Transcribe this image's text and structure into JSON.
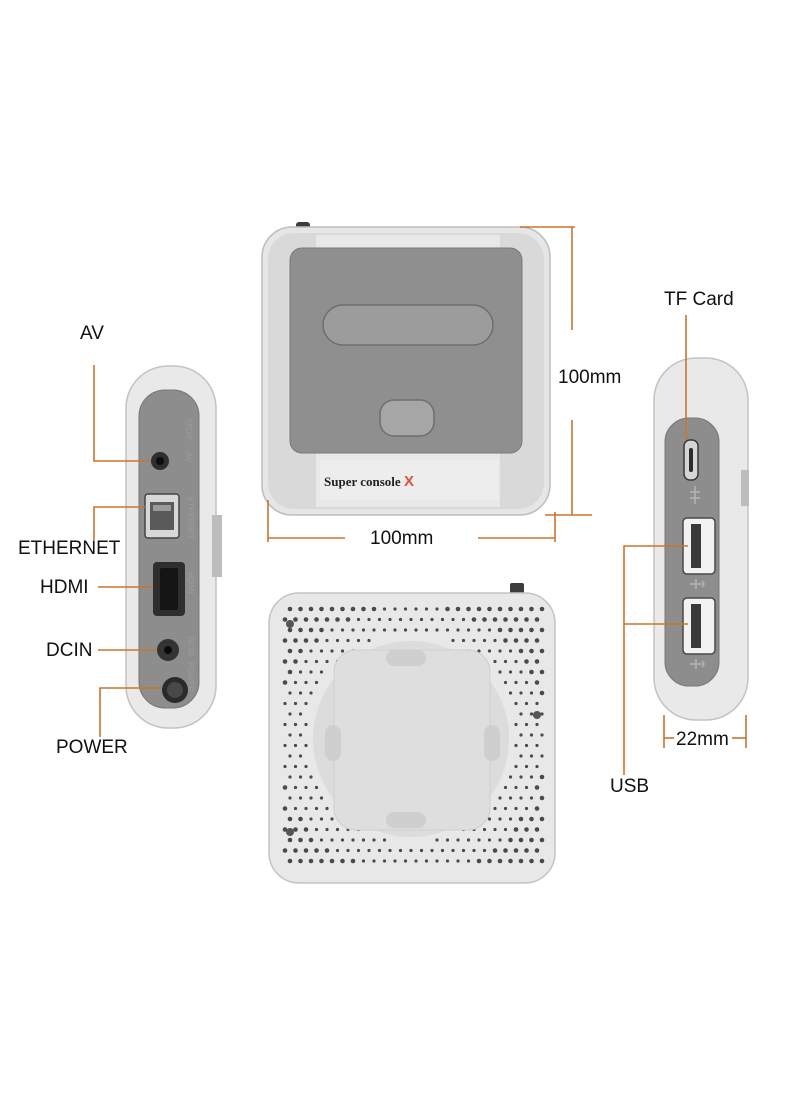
{
  "product": {
    "brand_name": "Super console",
    "brand_suffix": "X"
  },
  "dimensions": {
    "height": "100mm",
    "width": "100mm",
    "depth": "22mm"
  },
  "left_ports": {
    "av": "AV",
    "ethernet": "ETHERNET",
    "hdmi": "HDMI",
    "dcin": "DCIN",
    "power": "POWER"
  },
  "right_ports": {
    "tf_card": "TF Card",
    "usb": "USB"
  },
  "port_silkscreen": {
    "spdif": "SPDIF",
    "av": "AV",
    "ethernet": "ETHERNET",
    "hdmi": "HDMI",
    "dcin": "DCIN",
    "power": "POWER"
  },
  "colors": {
    "leader_line": "#c9752e",
    "case_light": "#e4e4e4",
    "case_panel": "#8c8c8c",
    "brand_accent": "#e0503a"
  }
}
